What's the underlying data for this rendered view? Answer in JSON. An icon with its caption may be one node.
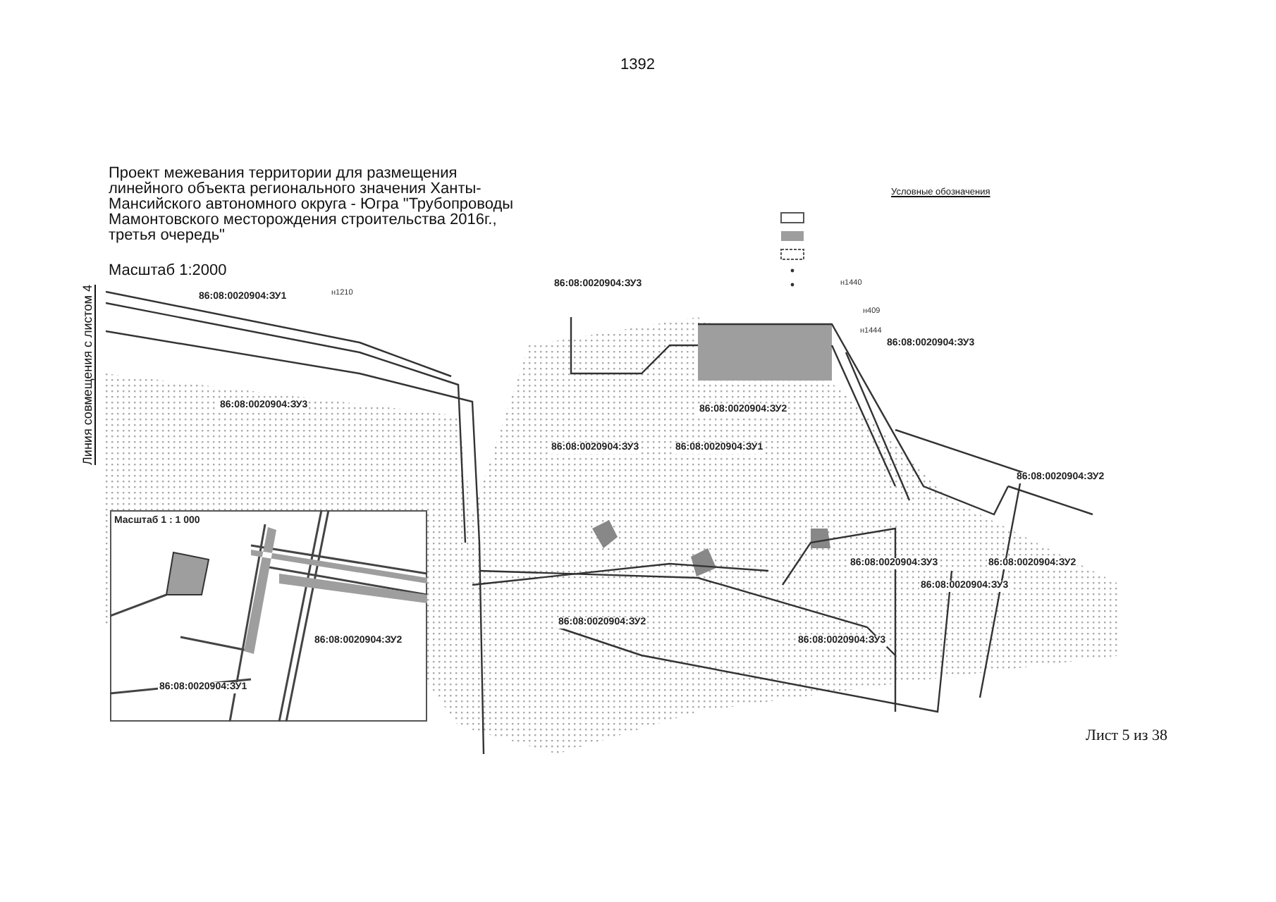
{
  "diagram": {
    "title": "Проект межевания территории для размещения линейного объекта регионального значения Ханты-Мансийского автономного округа - Югра \"Трубопроводы Мамонтовского месторождения строительства 2016г., третья очередь\"",
    "labels": [
      "1392",
      "Масштаб 1:2000",
      "Условные обозначения",
      "86:08:0020904:ЗУ1",
      "86:08:0020904:ЗУ3",
      "н1210",
      "н1440",
      "н409",
      "н1444",
      "86:08:0020904:ЗУ3",
      "Линия совмещения с листом 4",
      "86:08:0020904:ЗУ3",
      "86:08:0020904:ЗУ2",
      "86:08:0020904:ЗУ1",
      "86:08:0020904:ЗУ3",
      "86:08:0020904:ЗУ2",
      "Масштаб 1 : 1 000",
      "86:08:0020904:ЗУ2",
      "86:08:0020904:ЗУ3",
      "86:08:0020904:ЗУ3",
      "86:08:0020904:ЗУ2",
      "86:08:0020904:ЗУ2",
      "86:08:0020904:ЗУ3",
      "86:08:0020904:ЗУ1",
      "Лист 5 из 38"
    ]
  }
}
